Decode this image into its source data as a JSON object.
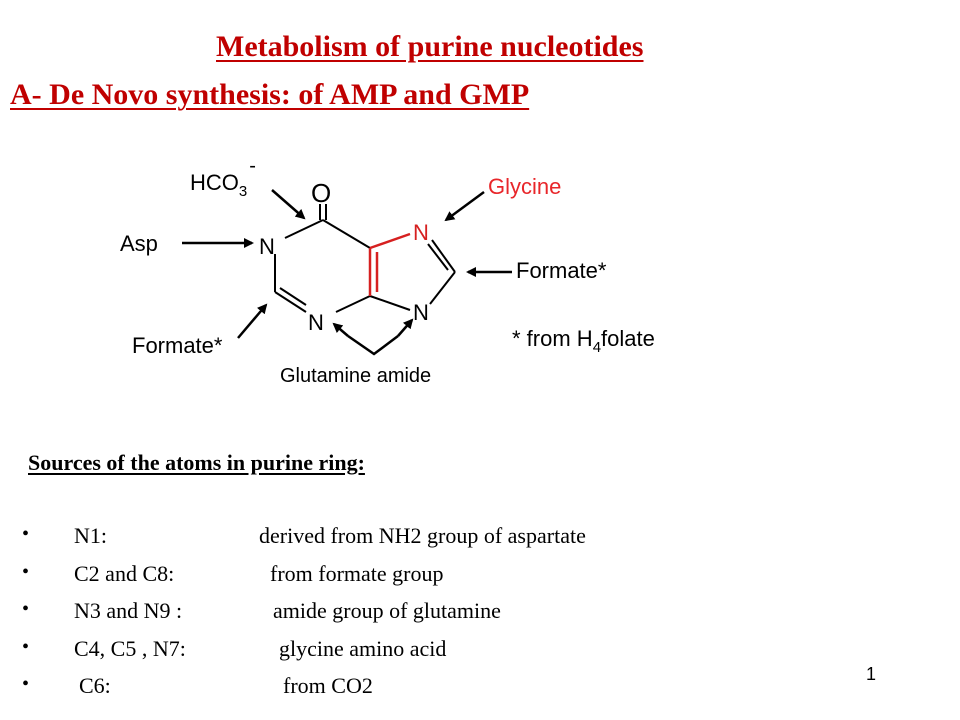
{
  "slide": {
    "title": "Metabolism of purine nucleotides",
    "subtitle": "A- De Novo synthesis: of AMP and GMP",
    "page_number": "1"
  },
  "diagram": {
    "labels": {
      "hco3": "HCO",
      "hco3_sub": "3",
      "hco3_sup": "-",
      "oxygen": "O",
      "glycine": "Glycine",
      "asp": "Asp",
      "n1": "N",
      "n3": "N",
      "n7": "N",
      "n9": "N",
      "formate_right": "Formate*",
      "formate_left": "Formate*",
      "footnote_prefix": "* from H",
      "footnote_sub": "4",
      "footnote_suffix": "folate",
      "glutamine": "Glutamine amide"
    },
    "colors": {
      "red_label": "#e8262a",
      "ring_red": "#d62020",
      "ink": "#000000"
    }
  },
  "sources": {
    "heading": "Sources of the atoms in purine ring:",
    "items": [
      {
        "label": "N1:",
        "description": "derived from NH2 group of aspartate"
      },
      {
        "label": "C2 and C8:",
        "description": "from formate group"
      },
      {
        "label": "N3 and N9 :",
        "description": "amide group of glutamine"
      },
      {
        "label": "C4, C5 , N7:",
        "description": "glycine amino acid"
      },
      {
        "label": " C6:",
        "description": "from CO2"
      }
    ]
  }
}
